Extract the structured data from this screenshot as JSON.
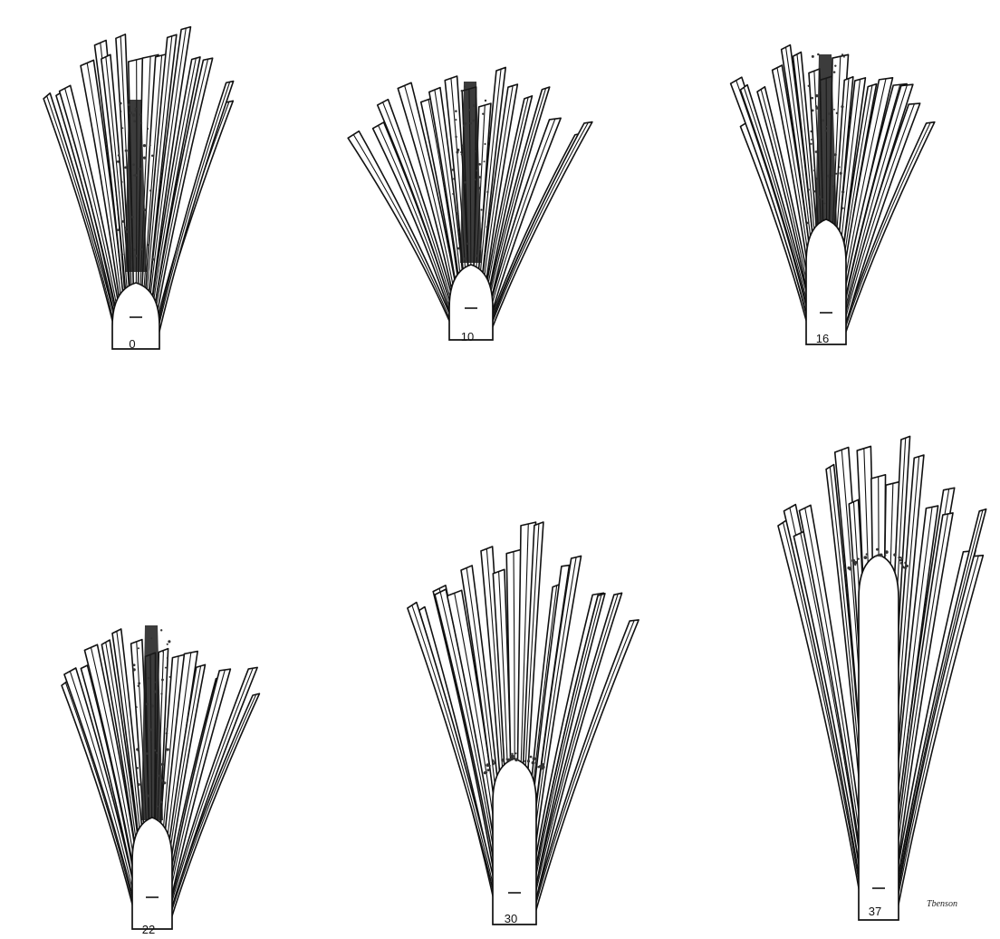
{
  "figure": {
    "panels": [
      {
        "id": "panel-1",
        "label": "0"
      },
      {
        "id": "panel-2",
        "label": "10"
      },
      {
        "id": "panel-3",
        "label": "16"
      },
      {
        "id": "panel-4",
        "label": "22"
      },
      {
        "id": "panel-5",
        "label": "30"
      },
      {
        "id": "panel-6",
        "label": "37"
      }
    ],
    "signature": "Tbenson",
    "ink_color": "#111111",
    "background": "#ffffff"
  }
}
